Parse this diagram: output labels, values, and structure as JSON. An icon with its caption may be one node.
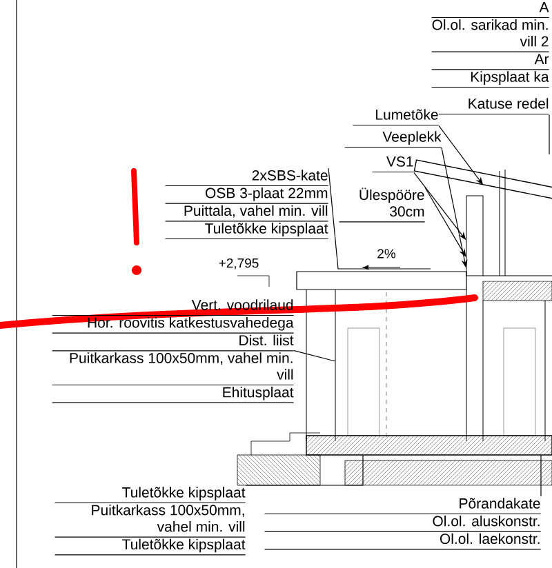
{
  "diagram": {
    "nodes": [
      {
        "text": [
          "A",
          "Ol.ol. sarikad min. vill 2",
          "Ar",
          "Kipsplaat ka"
        ]
      },
      {
        "text": [
          "Katuse redel"
        ]
      },
      {
        "text": [
          "Lumetõke"
        ]
      },
      {
        "text": [
          "Veeplekk"
        ]
      },
      {
        "text": [
          "VS1"
        ]
      },
      {
        "text": [
          "Ülespööre 30cm"
        ]
      },
      {
        "text": [
          "2xSBS-kate",
          "OSB 3-plaat 22mm",
          "Puittala, vahel min. vill",
          "Tuletõkke kipsplaat"
        ]
      },
      {
        "text": [
          "Vert. voodrilaud",
          "Hor. roovitis katkestusvahedega",
          "Dist. liist",
          "Puitkarkass 100x50mm, vahel min. vill",
          "Ehitusplaat"
        ]
      },
      {
        "text": [
          "Tuletõkke kipsplaat",
          "Puitkarkass 100x50mm, vahel min. vill",
          "Tuletõkke kipsplaat"
        ]
      },
      {
        "text": [
          "Põrandakate",
          "Ol.ol. aluskonstr.",
          "Ol.ol. laekonstr."
        ]
      },
      {
        "text": [],
        "shape": "bar"
      },
      {
        "text": [],
        "shape": "box"
      },
      {
        "text": [],
        "shape": "bar"
      }
    ],
    "edges": [
      {
        "from": 1,
        "to": null,
        "arrow": "none"
      },
      {
        "from": 2,
        "to": 10,
        "arrow": "to"
      },
      {
        "from": 3,
        "to": 11,
        "arrow": "to"
      },
      {
        "from": 4,
        "to": 11,
        "arrow": "to"
      },
      {
        "from": 5,
        "to": 11,
        "arrow": "to"
      },
      {
        "from": 6,
        "to": null,
        "arrow": "none"
      },
      {
        "from": 7,
        "to": null,
        "arrow": "none"
      },
      {
        "from": 8,
        "to": 12,
        "arrow": "none"
      },
      {
        "from": 9,
        "to": 12,
        "arrow": "none"
      }
    ],
    "labels": [
      "+2,795",
      "2%"
    ]
  }
}
